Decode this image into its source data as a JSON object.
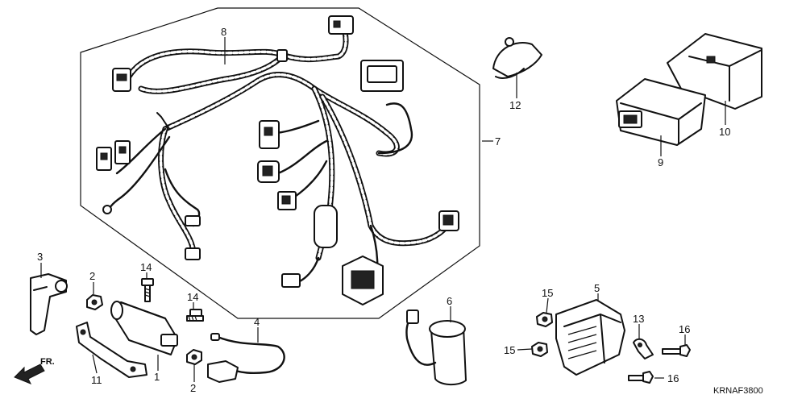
{
  "diagram_code": "KRNAF3800",
  "front_indicator": "FR.",
  "callouts": {
    "p1": "1",
    "p2a": "2",
    "p2b": "2",
    "p3": "3",
    "p4": "4",
    "p5": "5",
    "p6": "6",
    "p7": "7",
    "p8": "8",
    "p9": "9",
    "p10": "10",
    "p11": "11",
    "p12": "12",
    "p13": "13",
    "p14a": "14",
    "p14b": "14",
    "p15a": "15",
    "p15b": "15",
    "p16a": "16",
    "p16b": "16"
  }
}
